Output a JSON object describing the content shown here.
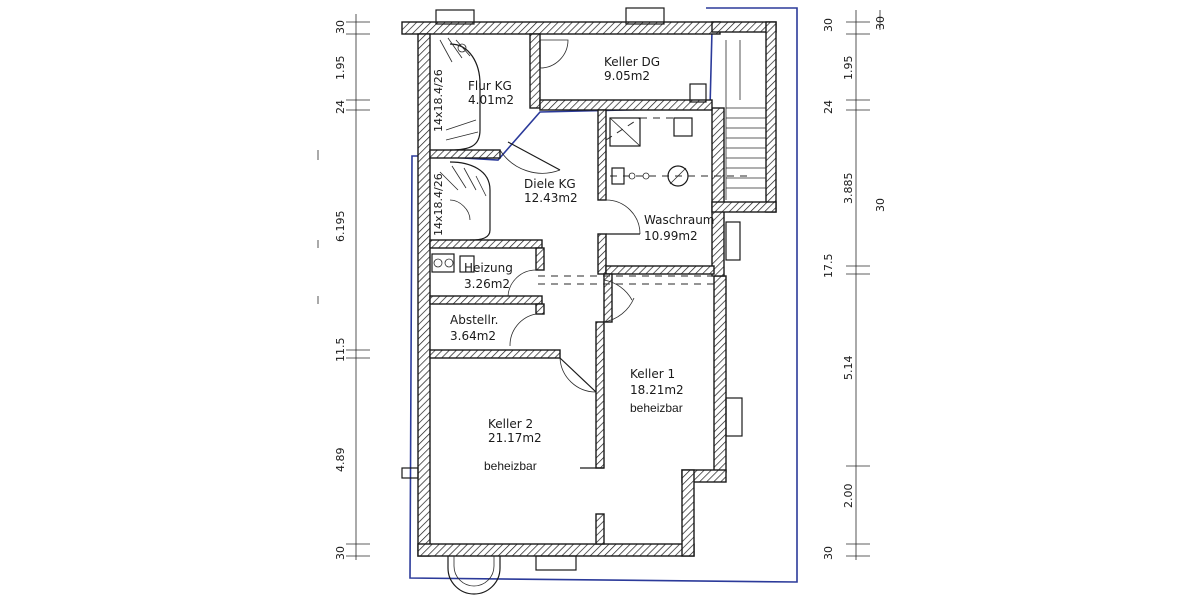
{
  "rooms": {
    "flur": {
      "name": "Flur KG",
      "area": "4.01m2"
    },
    "keller_dg": {
      "name": "Keller DG",
      "area": "9.05m2"
    },
    "diele": {
      "name": "Diele KG",
      "area": "12.43m2"
    },
    "waschraum": {
      "name": "Waschraum",
      "area": "10.99m2"
    },
    "heizung": {
      "name": "Heizung",
      "area": "3.26m2"
    },
    "abstellr": {
      "name": "Abstellr.",
      "area": "3.64m2"
    },
    "keller1": {
      "name": "Keller 1",
      "area": "18.21m2",
      "note": "beheizbar"
    },
    "keller2": {
      "name": "Keller 2",
      "area": "21.17m2",
      "note": "beheizbar"
    }
  },
  "stairs": {
    "upper": "14x18.4/26",
    "lower": "14x18.4/26"
  },
  "dimensions": {
    "left": [
      "30",
      "1.95",
      "24",
      "6.195",
      "11.5",
      "4.89",
      "30"
    ],
    "right": [
      "30",
      "1.95",
      "24",
      "3.885",
      "17.5",
      "5.14",
      "2.00",
      "30"
    ],
    "right_outer": [
      "30",
      "30"
    ]
  }
}
